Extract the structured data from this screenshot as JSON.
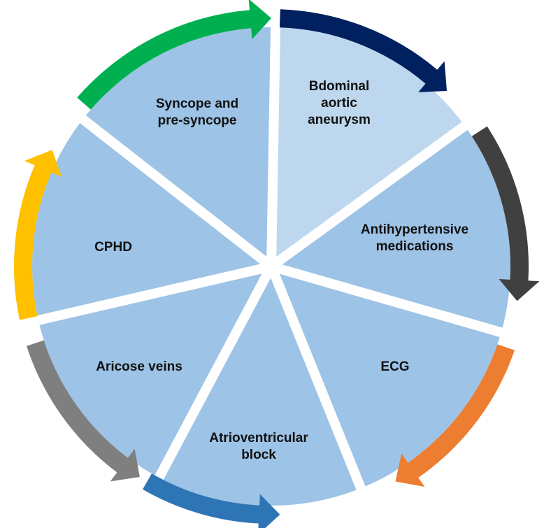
{
  "diagram": {
    "type": "cycle",
    "segments": [
      {
        "name": "segment-abdominal-aortic-aneurysm",
        "lines": [
          "Bdominal",
          "aortic",
          "aneurysm"
        ],
        "fill": "#bdd7ee",
        "arrow_color": "#002060"
      },
      {
        "name": "segment-antihypertensive-medications",
        "lines": [
          "Antihypertensive",
          "medications"
        ],
        "fill": "#9dc3e6",
        "arrow_color": "#404040"
      },
      {
        "name": "segment-ecg",
        "lines": [
          "ECG"
        ],
        "fill": "#9dc3e6",
        "arrow_color": "#ed7d31"
      },
      {
        "name": "segment-atrioventricular-block",
        "lines": [
          "Atrioventricular",
          "block"
        ],
        "fill": "#9dc3e6",
        "arrow_color": "#2e75b6"
      },
      {
        "name": "segment-aricose-veins",
        "lines": [
          "Aricose veins"
        ],
        "fill": "#9dc3e6",
        "arrow_color": "#7f7f7f"
      },
      {
        "name": "segment-cphd",
        "lines": [
          "CPHD"
        ],
        "fill": "#9dc3e6",
        "arrow_color": "#ffc000"
      },
      {
        "name": "segment-syncope",
        "lines": [
          "Syncope and",
          "pre-syncope"
        ],
        "fill": "#9dc3e6",
        "arrow_color": "#00b050"
      }
    ]
  }
}
